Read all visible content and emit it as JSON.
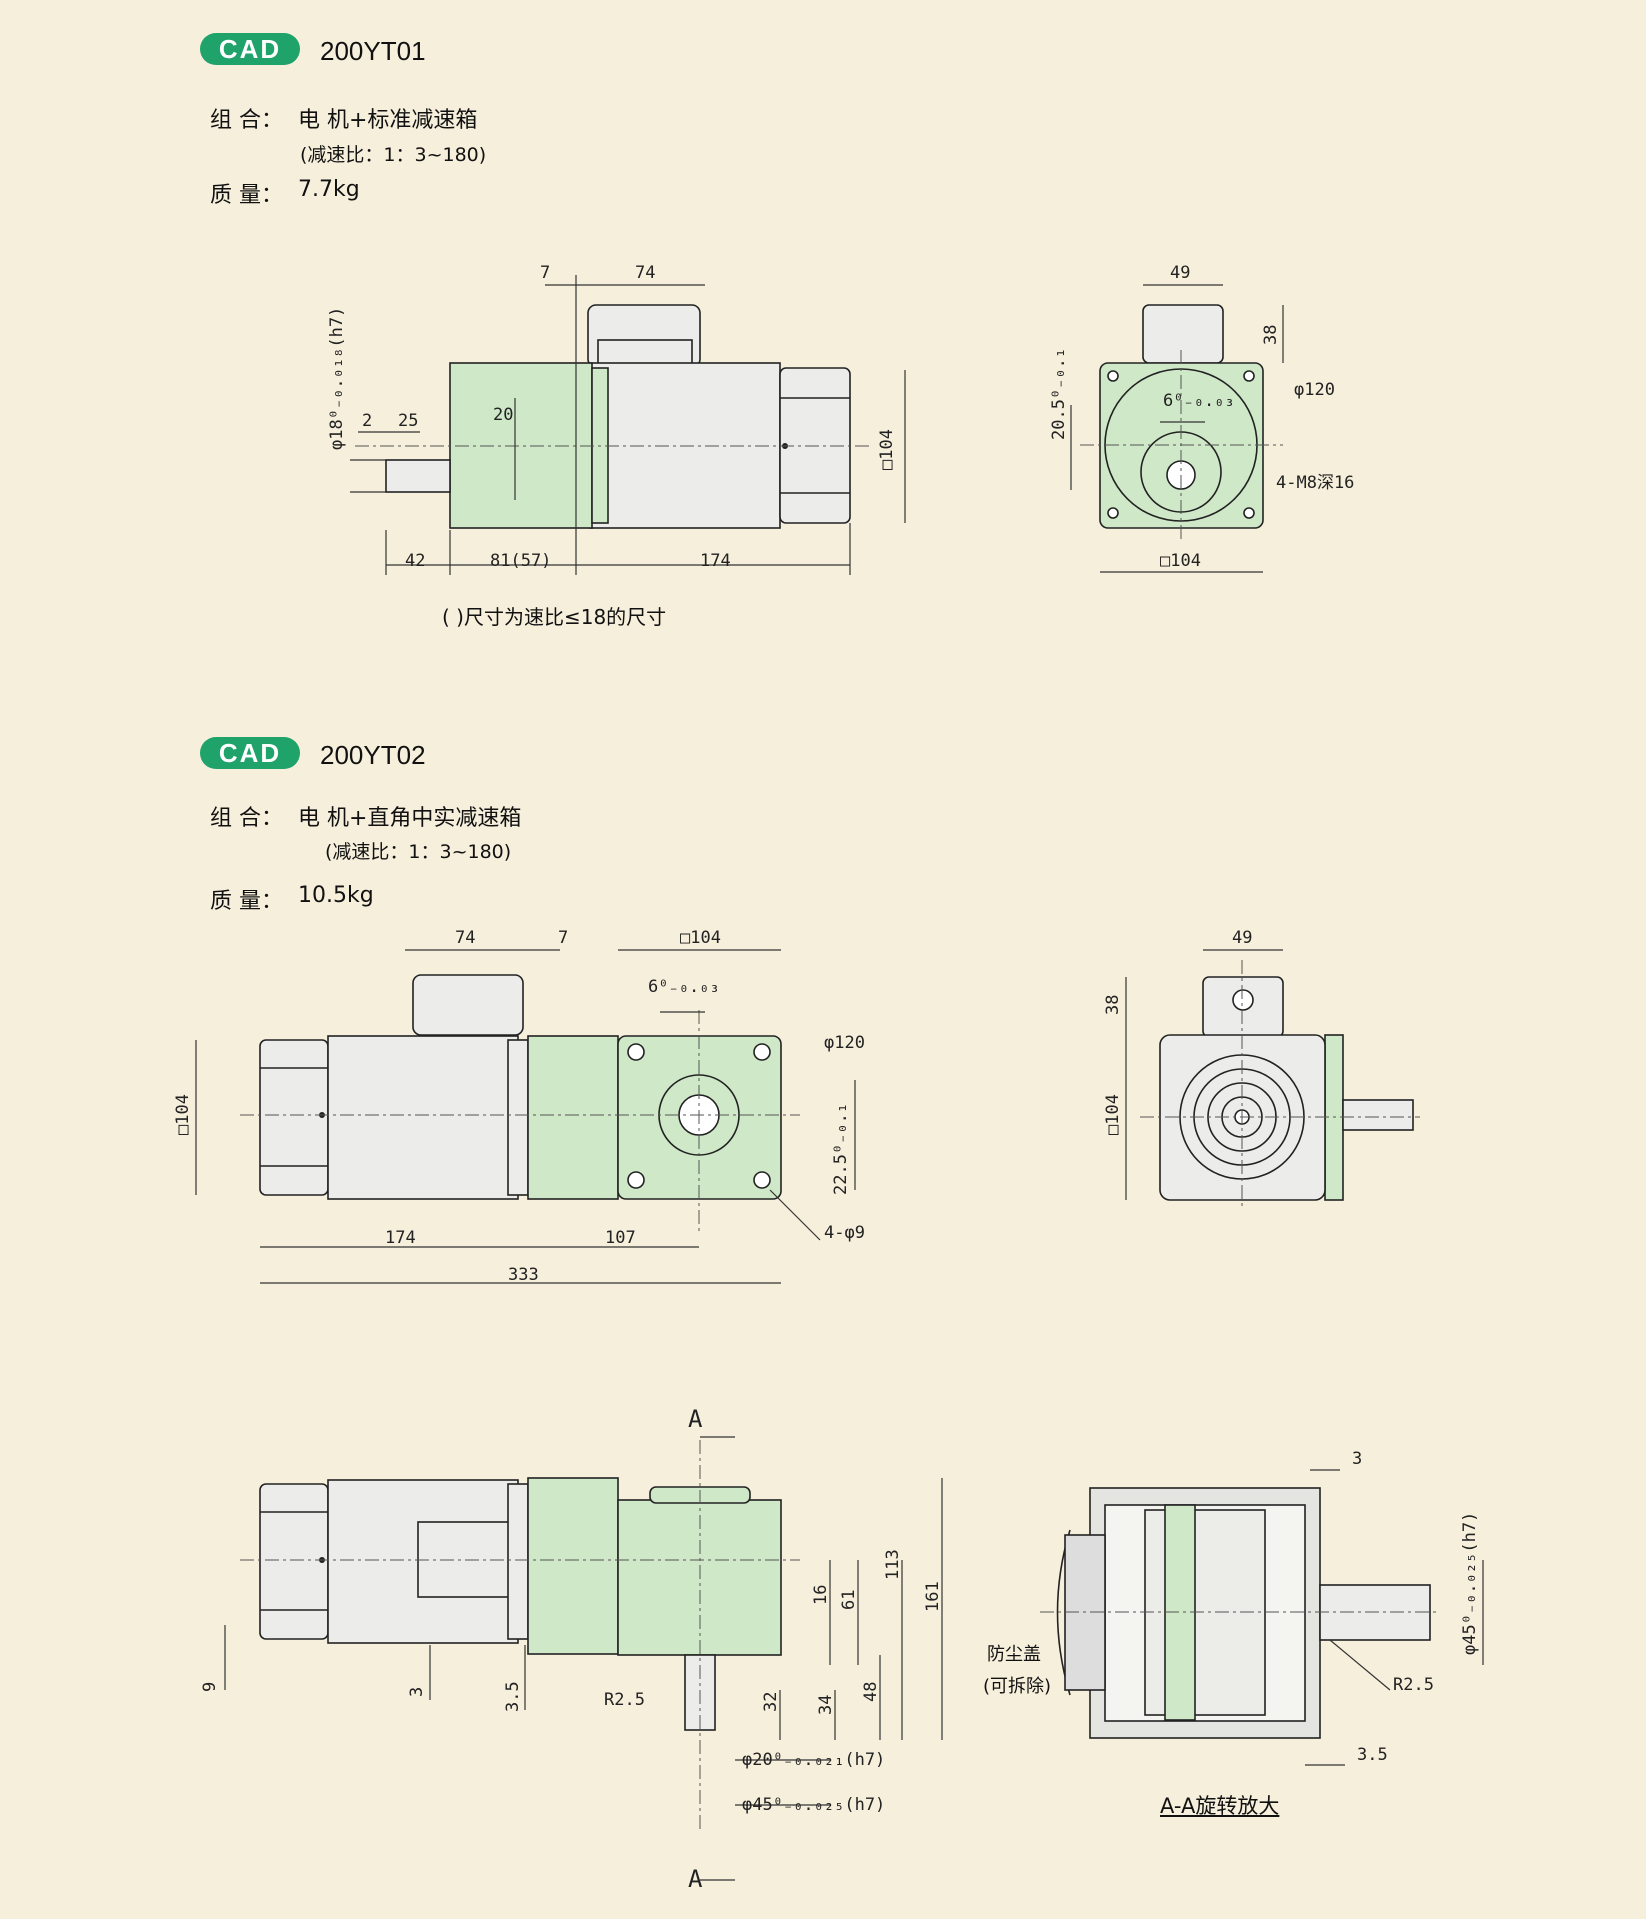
{
  "sections": [
    {
      "badge": "CAD",
      "model": "200YT01",
      "combo_label": "组 合：",
      "combo_value": "电 机+标准减速箱",
      "ratio": "(减速比：1：3~180)",
      "mass_label": "质 量：",
      "mass_value": "7.7kg",
      "note": "( )尺寸为速比≤18的尺寸"
    },
    {
      "badge": "CAD",
      "model": "200YT02",
      "combo_label": "组 合：",
      "combo_value": "电 机+直角中实减速箱",
      "ratio": "(减速比：1：3~180)",
      "mass_label": "质 量：",
      "mass_value": "10.5kg"
    }
  ],
  "drawing1_side": {
    "dims": [
      "7",
      "74",
      "2",
      "25",
      "20",
      "42",
      "81(57)",
      "174",
      "□104",
      "φ18⁰₋₀.₀₁₈(h7)"
    ]
  },
  "drawing1_front": {
    "dims": [
      "49",
      "38",
      "φ120",
      "6⁰₋₀.₀₃",
      "20.5⁰₋₀.₁",
      "4-M8深16",
      "□104"
    ]
  },
  "drawing2_side": {
    "dims": [
      "74",
      "7",
      "□104",
      "6⁰₋₀.₀₃",
      "φ120",
      "□104",
      "22.5⁰₋₀.₁",
      "4-φ9",
      "174",
      "107",
      "333"
    ]
  },
  "drawing2_end": {
    "dims": [
      "49",
      "38",
      "□104"
    ]
  },
  "drawing3_side": {
    "dims": [
      "A",
      "A",
      "113",
      "161",
      "16",
      "61",
      "9",
      "3",
      "3.5",
      "R2.5",
      "32",
      "34",
      "48",
      "φ20⁰₋₀.₀₂₁(h7)",
      "φ45⁰₋₀.₀₂₅(h7)"
    ]
  },
  "drawing3_section": {
    "dims": [
      "3",
      "φ45⁰₋₀.₀₂₅(h7)",
      "R2.5",
      "3.5"
    ],
    "label_dust": "防尘盖",
    "label_removable": "(可拆除)",
    "title": "A-A旋转放大"
  }
}
